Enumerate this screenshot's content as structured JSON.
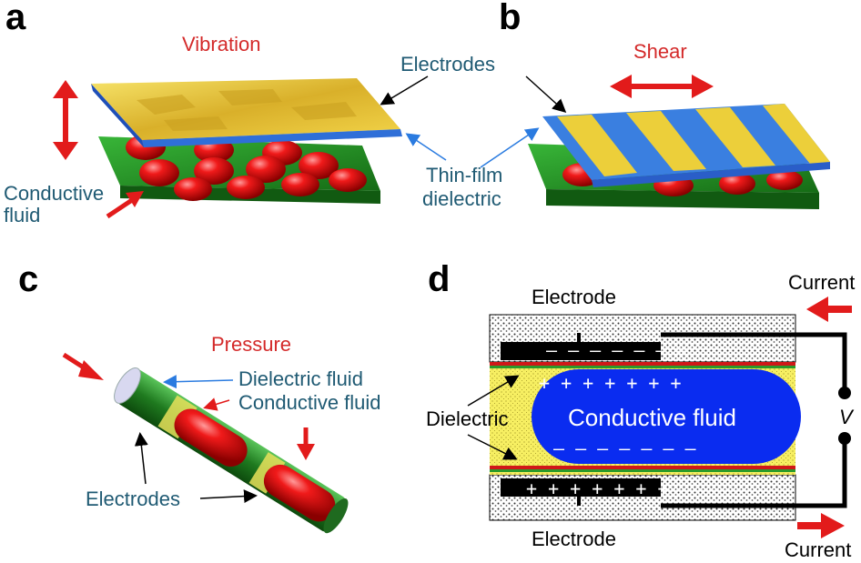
{
  "panels": {
    "a": {
      "label": "a",
      "title": "Vibration",
      "electrodes": "Electrodes",
      "conductive_fluid_line1": "Conductive",
      "conductive_fluid_line2": "fluid"
    },
    "b": {
      "label": "b",
      "title": "Shear",
      "thin_film_line1": "Thin-film",
      "thin_film_line2": "dielectric"
    },
    "c": {
      "label": "c",
      "title": "Pressure",
      "dielectric_fluid": "Dielectric fluid",
      "conductive_fluid": "Conductive fluid",
      "electrodes": "Electrodes"
    },
    "d": {
      "label": "d",
      "electrode_top": "Electrode",
      "electrode_bottom": "Electrode",
      "current_top": "Current",
      "current_bottom": "Current",
      "dielectric": "Dielectric",
      "conductive_fluid": "Conductive fluid",
      "voltage": "V",
      "neg_signs": "– – – – – – –",
      "pos_signs": "+ + + + + + +"
    }
  },
  "colors": {
    "red": "#e21b1b",
    "teal": "#1f5a73",
    "yellow_electrode": "#f0d23a",
    "blue_dielectric": "#2f6fd8",
    "green_base": "#2a9a2a",
    "conductive_blue": "#0a2cf0",
    "dielectric_yellow": "#f6ee5c"
  }
}
